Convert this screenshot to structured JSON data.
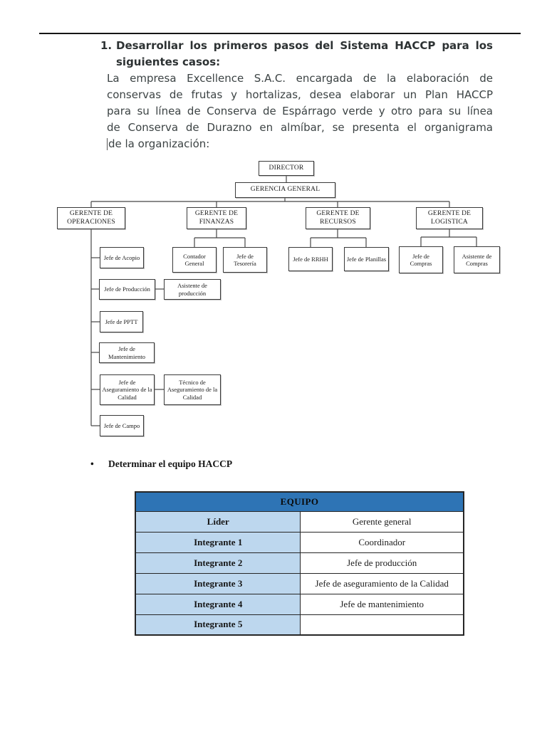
{
  "heading": {
    "number": "1.",
    "line1": "Desarrollar los primeros pasos del Sistema HACCP para los",
    "line2": "siguientes casos:"
  },
  "paragraph": {
    "lines": [
      "La empresa Excellence S.A.C. encargada de la elaboración de",
      "conservas de frutas y hortalizas, desea elaborar un Plan HACCP",
      "para su línea de Conserva de Espárrago verde y otro para su línea",
      "de Conserva de Durazno en almíbar, se presenta el organigrama",
      "de la organización:"
    ]
  },
  "org": {
    "director": "DIRECTOR",
    "gerencia": "GERENCIA GENERAL",
    "operaciones": "GERENTE DE OPERACIONES",
    "finanzas": "GERENTE DE FINANZAS",
    "recursos": "GERENTE DE RECURSOS",
    "logistica": "GERENTE DE LOGISTICA",
    "acopio": "Jefe de Acopio",
    "contador": "Contador General",
    "tesoreria": "Jefe de Tesorería",
    "rrhh": "Jefe de RRHH",
    "planillas": "Jefe de Planillas",
    "compras": "Jefe de Compras",
    "asistente_compras": "Asistente de Compras",
    "produccion": "Jefe de Producción",
    "asistente_produccion": "Asistente de producción",
    "pptt": "Jefe de PPTT",
    "mantenimiento": "Jefe de Mantenimiento",
    "aseguramiento": "Jefe de Aseguramiento de la Calidad",
    "tecnico_aseguramiento": "Técnico de Aseguramiento de la Calidad",
    "campo": "Jefe de Campo"
  },
  "bullet_section": {
    "bullet": "•",
    "text": "Determinar el equipo HACCP"
  },
  "team_table": {
    "header": "EQUIPO",
    "rows": [
      {
        "label": "Líder",
        "value": "Gerente general"
      },
      {
        "label": "Integrante 1",
        "value": "Coordinador"
      },
      {
        "label": "Integrante 2",
        "value": "Jefe de producción"
      },
      {
        "label": "Integrante 3",
        "value": "Jefe de aseguramiento de la Calidad"
      },
      {
        "label": "Integrante 4",
        "value": "Jefe de mantenimiento"
      },
      {
        "label": "Integrante 5",
        "value": ""
      }
    ]
  },
  "colors": {
    "header_blue": "#2E74B5",
    "label_blue": "#BDD7EE"
  }
}
